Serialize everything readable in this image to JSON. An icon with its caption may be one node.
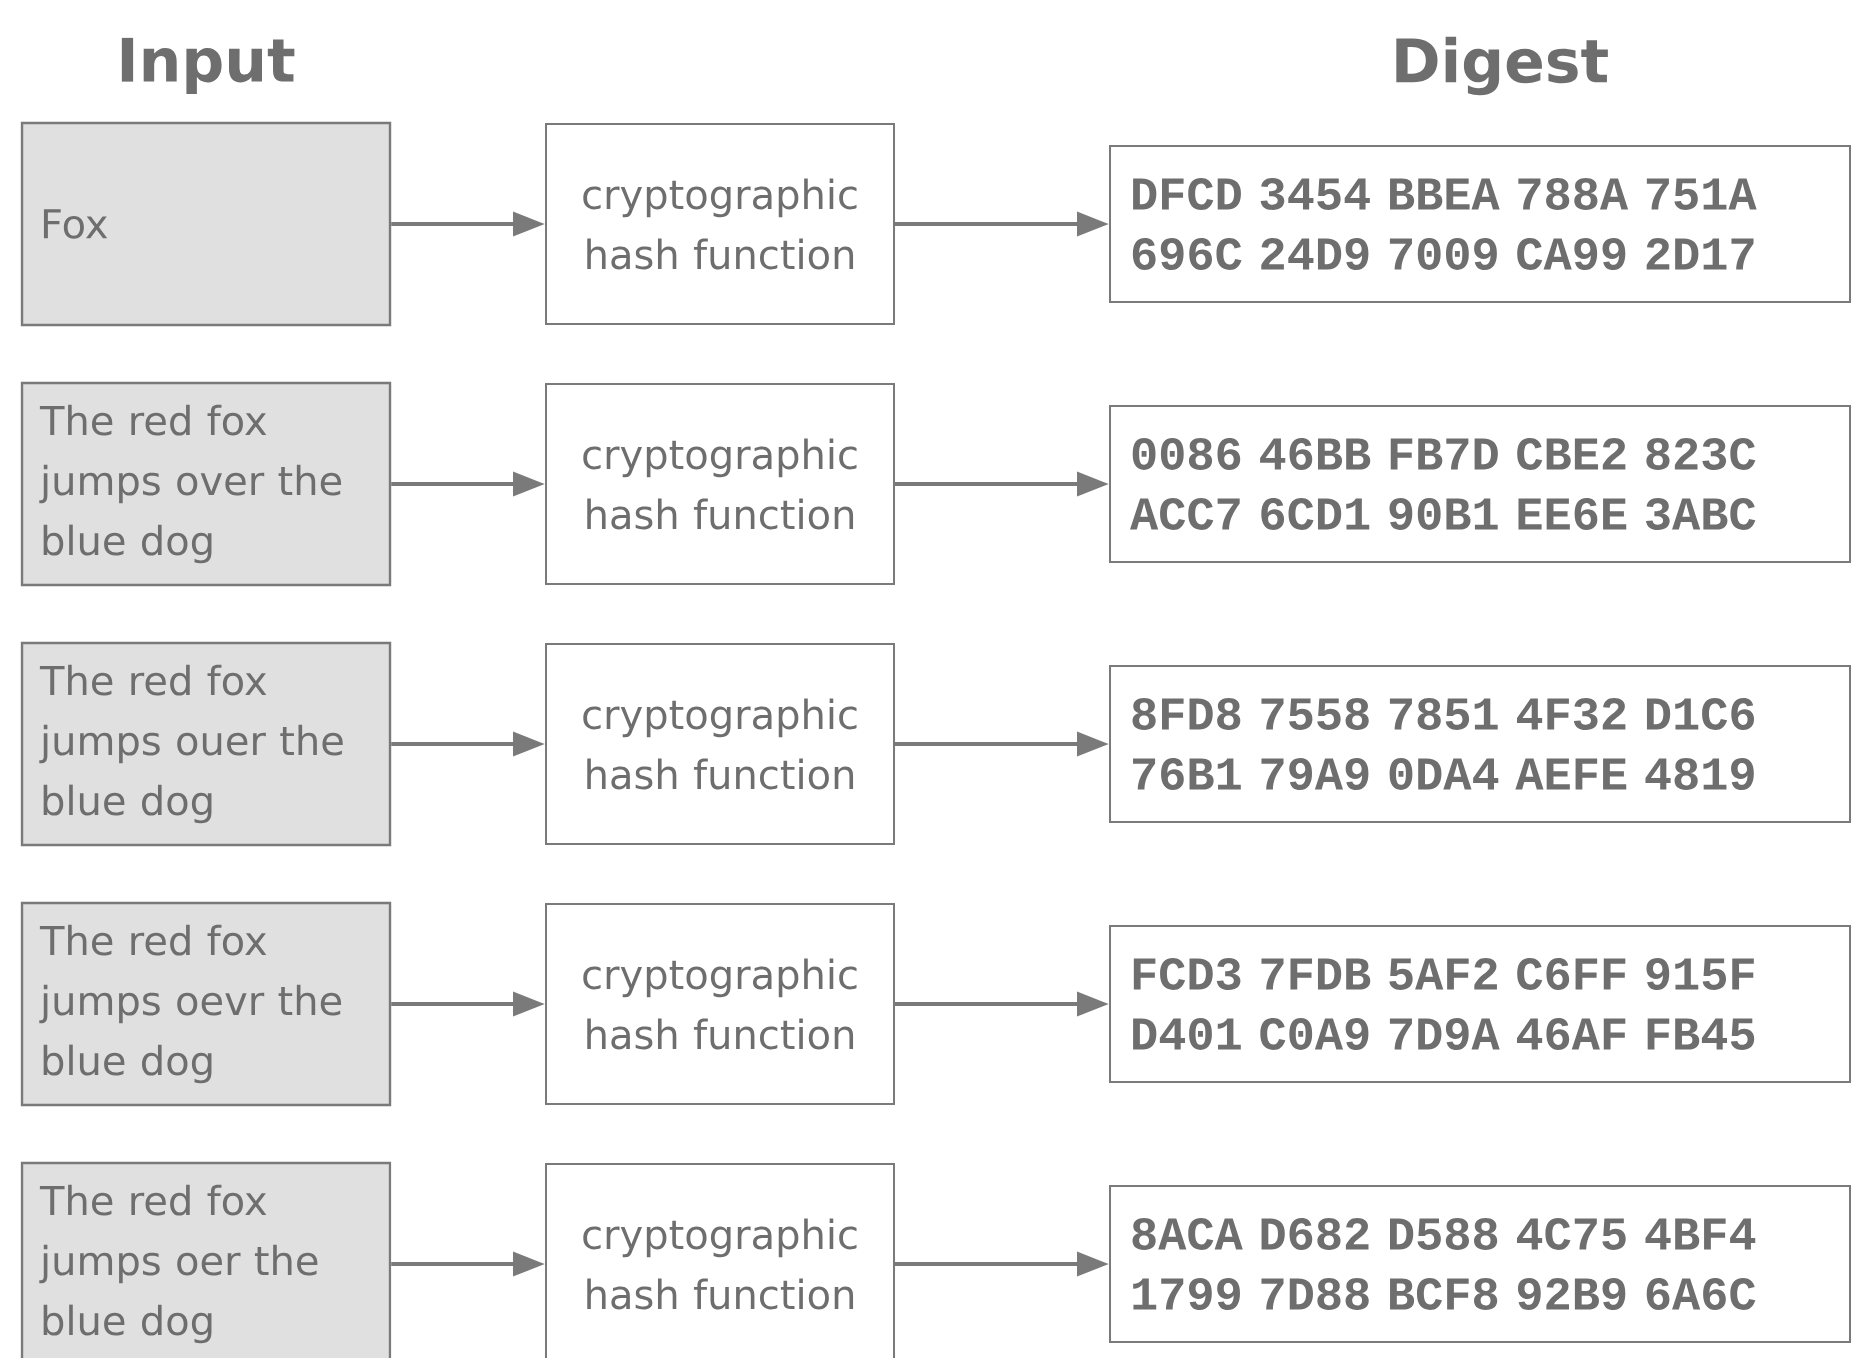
{
  "diagram": {
    "nodes": [
      {
        "text": [
          "Fox"
        ]
      },
      {
        "text": [
          "cryptographic hash function"
        ]
      },
      {
        "text": [
          "DFCD 3454 BBEA 788A 751A 696C 24D9 7009 CA99 2D17"
        ]
      },
      {
        "text": [
          "The red fox jumps over the blue dog"
        ]
      },
      {
        "text": [
          "cryptographic hash function"
        ]
      },
      {
        "text": [
          "0086 46BB FB7D CBE2 823C ACC7 6CD1 90B1 EE6E 3ABC"
        ]
      },
      {
        "text": [
          "The red fox jumps ouer the blue dog"
        ]
      },
      {
        "text": [
          "cryptographic hash function"
        ]
      },
      {
        "text": [
          "8FD8 7558 7851 4F32 D1C6 76B1 79A9 0DA4 AEFE 4819"
        ]
      },
      {
        "text": [
          "The red fox jumps oevr the blue dog"
        ]
      },
      {
        "text": [
          "cryptographic hash function"
        ]
      },
      {
        "text": [
          "FCD3 7FDB 5AF2 C6FF 915F D401 C0A9 7D9A 46AF FB45"
        ]
      },
      {
        "text": [
          "The red fox jumps oer the blue dog"
        ]
      },
      {
        "text": [
          "cryptographic hash function"
        ]
      },
      {
        "text": [
          "8ACA D682 D588 4C75 4BF4 1799 7D88 BCF8 92B9 6A6C"
        ]
      }
    ],
    "edges": [
      {
        "from": 0,
        "to": 1,
        "arrow": "to"
      },
      {
        "from": 1,
        "to": 2,
        "arrow": "to"
      },
      {
        "from": 3,
        "to": 4,
        "arrow": "to"
      },
      {
        "from": 4,
        "to": 5,
        "arrow": "to"
      },
      {
        "from": 6,
        "to": 7,
        "arrow": "to"
      },
      {
        "from": 7,
        "to": 8,
        "arrow": "to"
      },
      {
        "from": 9,
        "to": 10,
        "arrow": "to"
      },
      {
        "from": 10,
        "to": 11,
        "arrow": "to"
      },
      {
        "from": 12,
        "to": 13,
        "arrow": "to"
      },
      {
        "from": 13,
        "to": 14,
        "arrow": "to"
      }
    ],
    "labels": [
      "Input",
      "Digest"
    ]
  }
}
